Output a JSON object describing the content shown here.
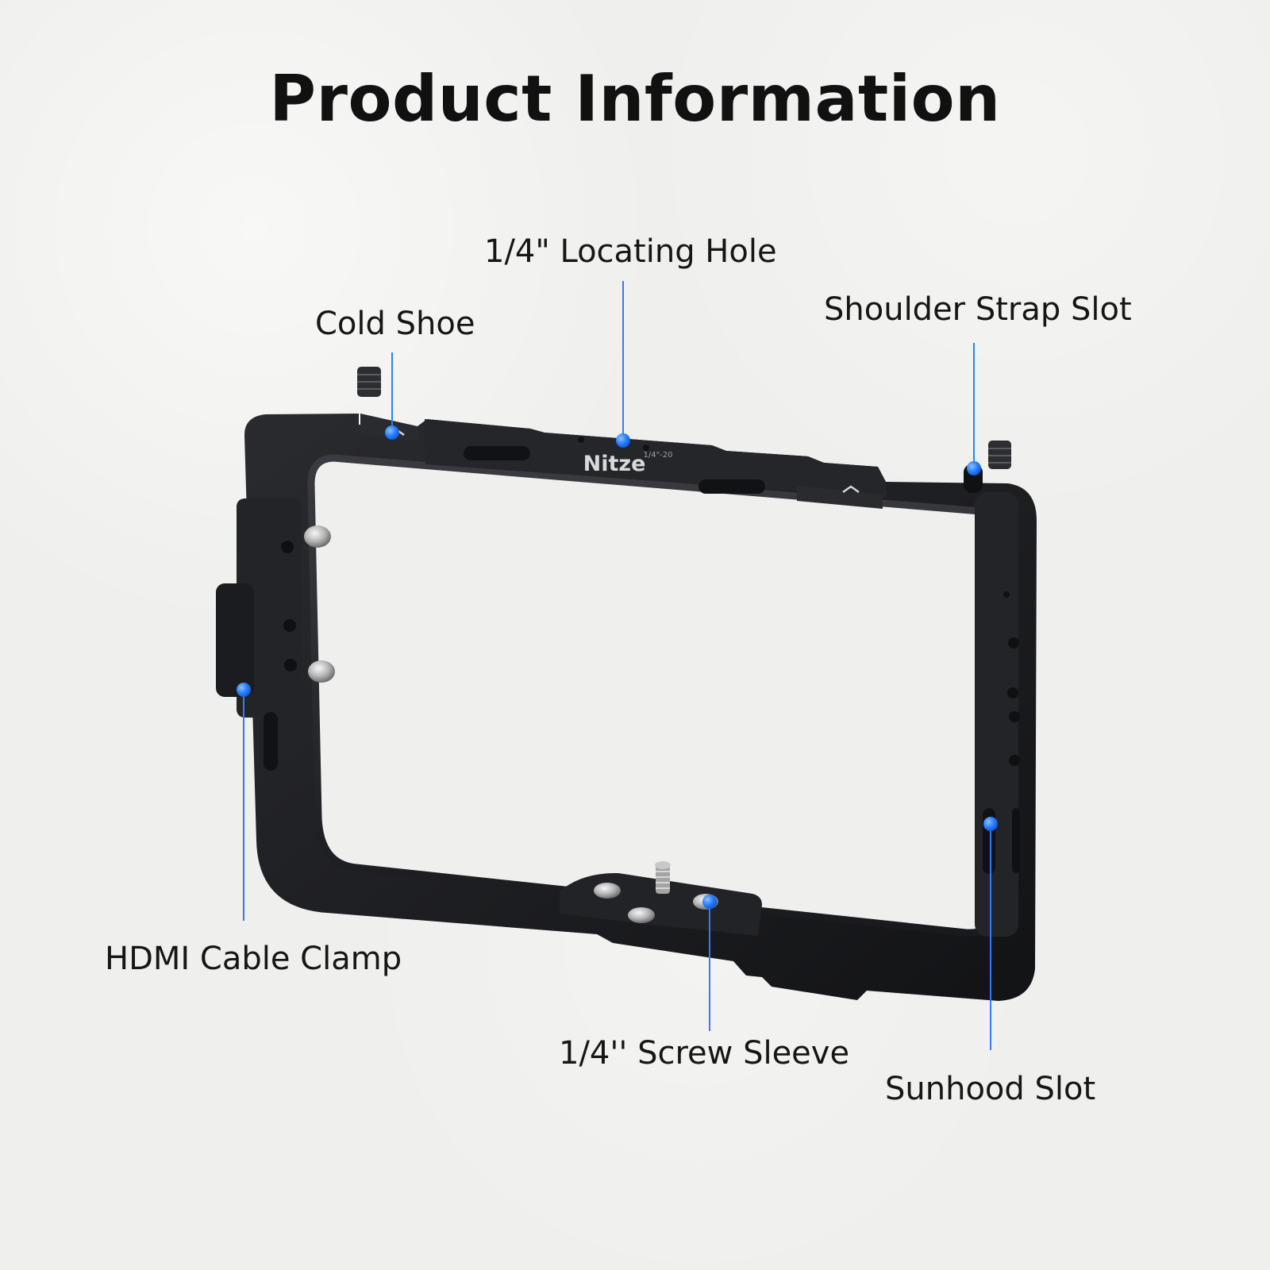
{
  "page": {
    "title": "Product Information"
  },
  "product": {
    "brand": "Nitze",
    "engraving": "1/4\"-20"
  },
  "callouts": {
    "locating_hole": "1/4\" Locating Hole",
    "cold_shoe": "Cold Shoe",
    "shoulder_strap_slot": "Shoulder Strap Slot",
    "hdmi_cable_clamp": "HDMI Cable Clamp",
    "screw_sleeve": "1/4'' Screw Sleeve",
    "sunhood_slot": "Sunhood Slot"
  },
  "colors": {
    "background": "#efefed",
    "title": "#111111",
    "label_text": "#161616",
    "callout_blue": "#2a7fff",
    "frame_black": "#1d1e21"
  },
  "icons": {
    "marker": "callout-marker-icon",
    "screw": "screw-icon",
    "shoe": "cold-shoe-icon",
    "slot": "slot-icon"
  }
}
